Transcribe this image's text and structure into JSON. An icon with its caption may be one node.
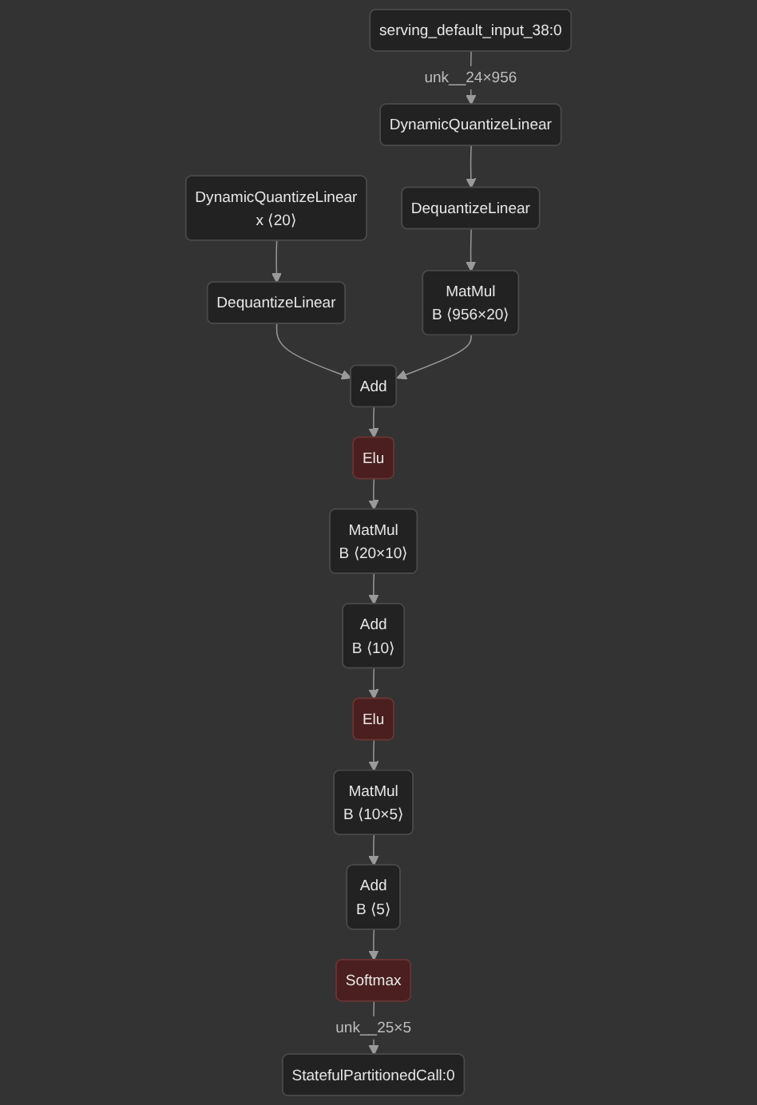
{
  "diagram": {
    "nodes": [
      {
        "text": [
          "serving_default_input_38:0"
        ]
      },
      {
        "text": [
          "DynamicQuantizeLinear",
          "x ⟨20⟩"
        ]
      },
      {
        "text": [
          "DynamicQuantizeLinear"
        ]
      },
      {
        "text": [
          "DequantizeLinear"
        ]
      },
      {
        "text": [
          "MatMul",
          "B ⟨956×20⟩"
        ]
      },
      {
        "text": [
          "DequantizeLinear"
        ]
      },
      {
        "text": [
          "Add"
        ]
      },
      {
        "text": [
          "Elu"
        ]
      },
      {
        "text": [
          "MatMul",
          "B ⟨20×10⟩"
        ]
      },
      {
        "text": [
          "Add",
          "B ⟨10⟩"
        ]
      },
      {
        "text": [
          "Elu"
        ]
      },
      {
        "text": [
          "MatMul",
          "B ⟨10×5⟩"
        ]
      },
      {
        "text": [
          "Add",
          "B ⟨5⟩"
        ]
      },
      {
        "text": [
          "Softmax"
        ]
      },
      {
        "text": [
          "StatefulPartitionedCall:0"
        ]
      }
    ],
    "edges": [
      {
        "from": 0,
        "to": 2,
        "arrow": "to",
        "label": "unk__24×956"
      },
      {
        "from": 1,
        "to": 5,
        "arrow": "to"
      },
      {
        "from": 2,
        "to": 3,
        "arrow": "to"
      },
      {
        "from": 3,
        "to": 4,
        "arrow": "to"
      },
      {
        "from": 5,
        "to": 6,
        "arrow": "to"
      },
      {
        "from": 4,
        "to": 6,
        "arrow": "to"
      },
      {
        "from": 6,
        "to": 7,
        "arrow": "to"
      },
      {
        "from": 7,
        "to": 8,
        "arrow": "to"
      },
      {
        "from": 8,
        "to": 9,
        "arrow": "to"
      },
      {
        "from": 9,
        "to": 10,
        "arrow": "to"
      },
      {
        "from": 10,
        "to": 11,
        "arrow": "to"
      },
      {
        "from": 11,
        "to": 12,
        "arrow": "to"
      },
      {
        "from": 12,
        "to": 13,
        "arrow": "to"
      },
      {
        "from": 13,
        "to": 14,
        "arrow": "to",
        "label": "unk__25×5"
      }
    ]
  }
}
